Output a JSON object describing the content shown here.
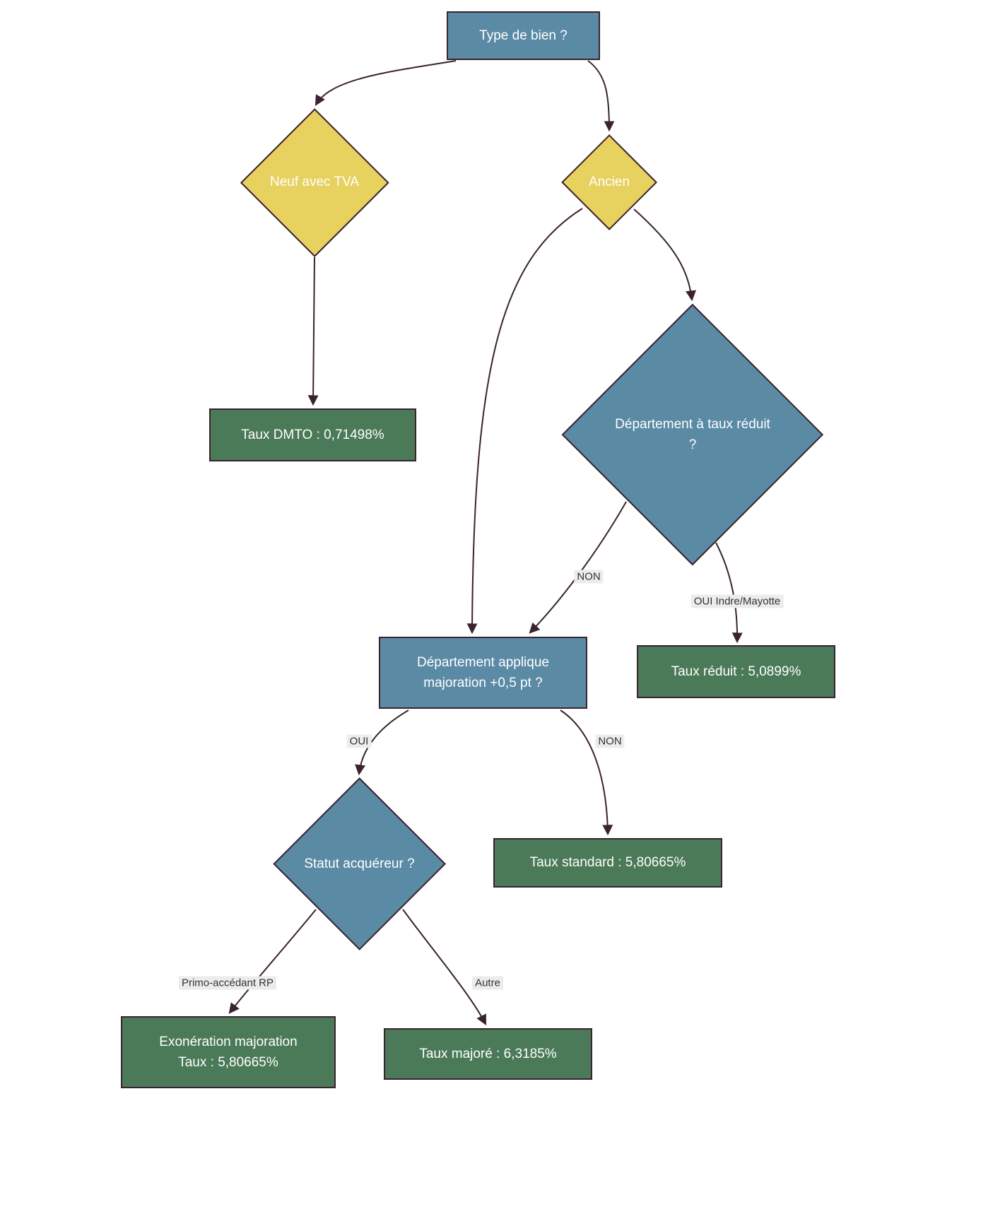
{
  "diagram": {
    "type": "flowchart",
    "topic": "DMTO rate decision tree",
    "nodes": {
      "type_de_bien": {
        "label": "Type de bien ?",
        "shape": "rect",
        "kind": "question"
      },
      "neuf_avec_tva": {
        "label": "Neuf avec TVA",
        "shape": "diamond",
        "kind": "decision"
      },
      "ancien": {
        "label": "Ancien",
        "shape": "diamond",
        "kind": "decision"
      },
      "taux_dmto": {
        "label": "Taux DMTO : 0,71498%",
        "shape": "rect",
        "kind": "result"
      },
      "dept_taux_reduit": {
        "label": "Département à taux réduit\n?",
        "shape": "diamond",
        "kind": "question"
      },
      "dept_majoration": {
        "label": "Département applique\nmajoration +0,5 pt ?",
        "shape": "rect",
        "kind": "question"
      },
      "taux_reduit": {
        "label": "Taux réduit : 5,0899%",
        "shape": "rect",
        "kind": "result"
      },
      "statut_acquereur": {
        "label": "Statut acquéreur ?",
        "shape": "diamond",
        "kind": "question"
      },
      "taux_standard": {
        "label": "Taux standard : 5,80665%",
        "shape": "rect",
        "kind": "result"
      },
      "exoneration": {
        "label": "Exonération majoration\nTaux : 5,80665%",
        "shape": "rect",
        "kind": "result"
      },
      "taux_majore": {
        "label": "Taux majoré : 6,3185%",
        "shape": "rect",
        "kind": "result"
      }
    },
    "edges": [
      {
        "from": "type_de_bien",
        "to": "neuf_avec_tva",
        "label": ""
      },
      {
        "from": "type_de_bien",
        "to": "ancien",
        "label": ""
      },
      {
        "from": "neuf_avec_tva",
        "to": "taux_dmto",
        "label": ""
      },
      {
        "from": "ancien",
        "to": "dept_taux_reduit",
        "label": ""
      },
      {
        "from": "ancien",
        "to": "dept_majoration",
        "label": ""
      },
      {
        "from": "dept_taux_reduit",
        "to": "dept_majoration",
        "label": "NON"
      },
      {
        "from": "dept_taux_reduit",
        "to": "taux_reduit",
        "label": "OUI Indre/Mayotte"
      },
      {
        "from": "dept_majoration",
        "to": "statut_acquereur",
        "label": "OUI"
      },
      {
        "from": "dept_majoration",
        "to": "taux_standard",
        "label": "NON"
      },
      {
        "from": "statut_acquereur",
        "to": "exoneration",
        "label": "Primo-accédant RP"
      },
      {
        "from": "statut_acquereur",
        "to": "taux_majore",
        "label": "Autre"
      }
    ],
    "colors": {
      "question_fill": "#5b8aa5",
      "decision_fill": "#e7d15f",
      "result_fill": "#4b7a59",
      "border": "#3a232e",
      "edge": "#3a232e",
      "node_text": "#ffffff",
      "edge_label_bg": "#ececec",
      "edge_label_text": "#333333"
    }
  }
}
